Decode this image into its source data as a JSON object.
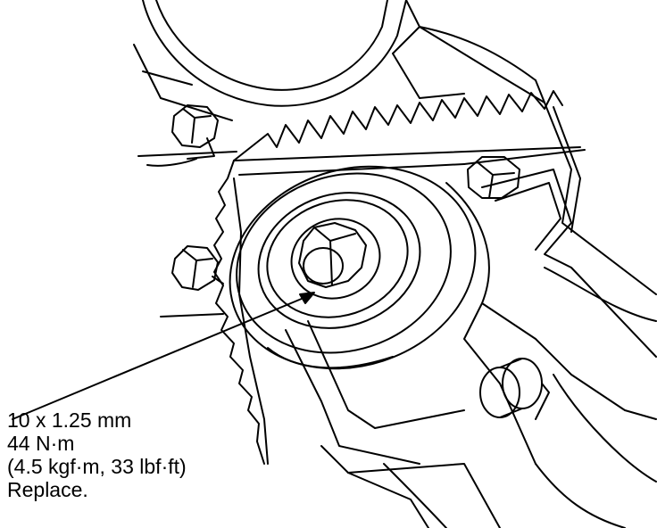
{
  "callout": {
    "size": "10 x 1.25 mm",
    "torque_nm": "44 N·m",
    "torque_alt": "(4.5 kgf·m, 33 lbf·ft)",
    "note": "Replace."
  },
  "colors": {
    "ink": "#000000",
    "paper": "#ffffff"
  }
}
